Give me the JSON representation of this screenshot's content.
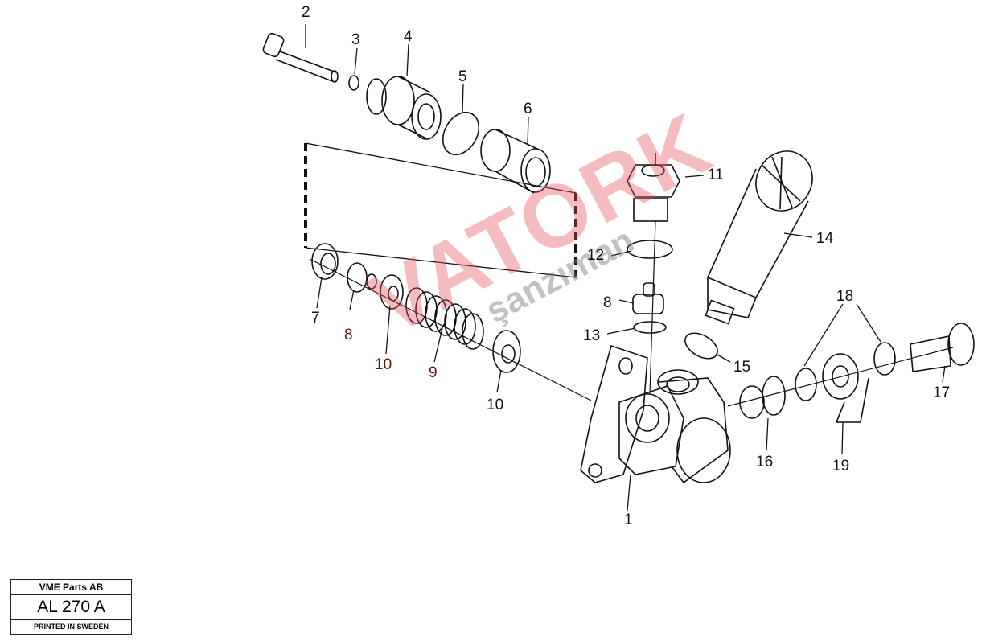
{
  "diagram": {
    "callouts": [
      {
        "id": "c2",
        "text": "2"
      },
      {
        "id": "c3",
        "text": "3"
      },
      {
        "id": "c4",
        "text": "4"
      },
      {
        "id": "c5",
        "text": "5"
      },
      {
        "id": "c6",
        "text": "6"
      },
      {
        "id": "c11",
        "text": "11"
      },
      {
        "id": "c14",
        "text": "14"
      },
      {
        "id": "c12",
        "text": "12"
      },
      {
        "id": "c8a",
        "text": "8"
      },
      {
        "id": "c13",
        "text": "13"
      },
      {
        "id": "c15",
        "text": "15"
      },
      {
        "id": "c18",
        "text": "18"
      },
      {
        "id": "c17",
        "text": "17"
      },
      {
        "id": "c7",
        "text": "7"
      },
      {
        "id": "c8b",
        "text": "8"
      },
      {
        "id": "c10a",
        "text": "10"
      },
      {
        "id": "c9",
        "text": "9"
      },
      {
        "id": "c10b",
        "text": "10"
      },
      {
        "id": "c16",
        "text": "16"
      },
      {
        "id": "c19",
        "text": "19"
      },
      {
        "id": "c1",
        "text": "1"
      }
    ]
  },
  "watermark": {
    "brand": "VATORK",
    "sub": "şanzıman"
  },
  "title_block": {
    "company": "VME Parts AB",
    "code": "AL 270 A",
    "printed": "PRINTED IN SWEDEN"
  },
  "colors": {
    "ink": "#111111",
    "watermark_red": "#e6505a",
    "watermark_gray": "#888888"
  }
}
